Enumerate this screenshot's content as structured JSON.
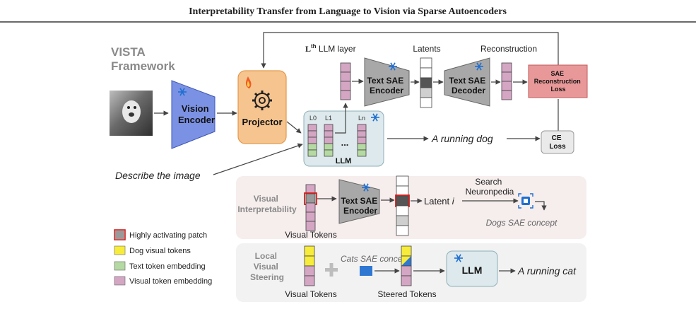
{
  "header": {
    "title": "Interpretability Transfer from Language to Vision via Sparse Autoencoders"
  },
  "framework": {
    "name_line1": "VISTA",
    "name_line2": "Framework",
    "vision_encoder_line1": "Vision",
    "vision_encoder_line2": "Encoder",
    "projector": "Projector",
    "llm": "LLM",
    "llm_layers": [
      "L0",
      "L1",
      "Ln"
    ],
    "ellipsis": "...",
    "lth_layer": "L",
    "lth_layer_sup": "th",
    "lth_layer_suffix": " LLM layer",
    "latents": "Latents",
    "reconstruction": "Reconstruction",
    "text_sae_encoder_line1": "Text SAE",
    "text_sae_encoder_line2": "Encoder",
    "text_sae_decoder_line1": "Text SAE",
    "text_sae_decoder_line2": "Decoder",
    "sae_loss_line1": "SAE",
    "sae_loss_line2": "Reconstruction",
    "sae_loss_line3": "Loss",
    "ce_loss_line1": "CE",
    "ce_loss_line2": "Loss",
    "output_text": "A running dog",
    "prompt": "Describe the image"
  },
  "visual_interpretability": {
    "label_line1": "Visual",
    "label_line2": "Interpretability",
    "sae_line1": "Text SAE",
    "sae_line2": "Encoder",
    "latent_prefix": "Latent ",
    "latent_var": "i",
    "search_line1": "Search",
    "search_line2": "Neuronpedia",
    "concept": "Dogs SAE concept",
    "tokens_caption": "Visual Tokens"
  },
  "local_visual_steering": {
    "label_line1": "Local",
    "label_line2": "Visual",
    "label_line3": "Steering",
    "tokens_caption": "Visual Tokens",
    "concept": "Cats SAE concept",
    "llm": "LLM",
    "steered_caption": "Steered Tokens",
    "output_text": "A running cat"
  },
  "legend": {
    "items": [
      {
        "label": "Highly activating patch"
      },
      {
        "label": "Dog visual tokens",
        "color": "#f7ec3a"
      },
      {
        "label": "Text token embedding",
        "color": "#b5d9a2"
      },
      {
        "label": "Visual token embedding",
        "color": "#d4a6c4"
      }
    ]
  },
  "colors": {
    "vision_encoder": "#7b91e3",
    "projector": "#f6c48f",
    "sae": "#a8a8a8",
    "sae_loss": "#e89898",
    "llm_box": "#dde9ec",
    "panel": "#f6eded",
    "steer_blue": "#2f78d2"
  }
}
